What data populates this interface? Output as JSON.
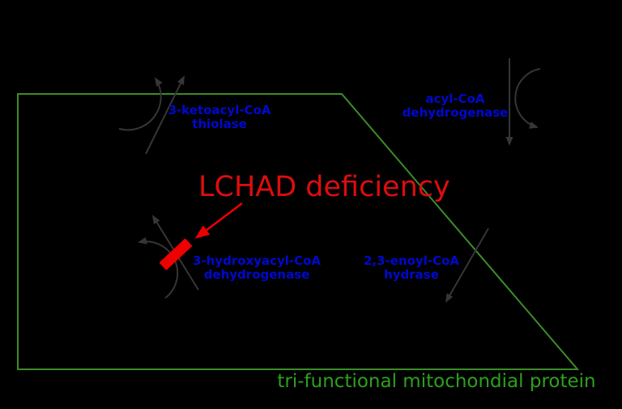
{
  "diagram": {
    "title": "LCHAD deficiency",
    "membrane_label": "tri-functional mitochondial protein",
    "enzymes": [
      {
        "id": "3-ketoacyl-coa-thiolase",
        "line1": "3-ketoacyl-CoA",
        "line2": "thiolase"
      },
      {
        "id": "acyl-coa-dehydrogenase",
        "line1": "acyl-CoA",
        "line2": "dehydrogenase"
      },
      {
        "id": "3-hydroxyacyl-coa-dehydrogenase",
        "line1": "3-hydroxyacyl-CoA",
        "line2": "dehydrogenase"
      },
      {
        "id": "2-3-enoyl-coa-hydrase",
        "line1": "2,3-enoyl-CoA",
        "line2": "hydrase"
      }
    ],
    "colors": {
      "background": "#000000",
      "membrane_outline_green": "#3c8c28",
      "membrane_text_green": "#2da01e",
      "enzyme_text_blue": "#0009cd",
      "deficiency_red": "#dd0d0d",
      "block_bar_red": "#ee0000",
      "reaction_arrow_gray": "#363636"
    }
  }
}
